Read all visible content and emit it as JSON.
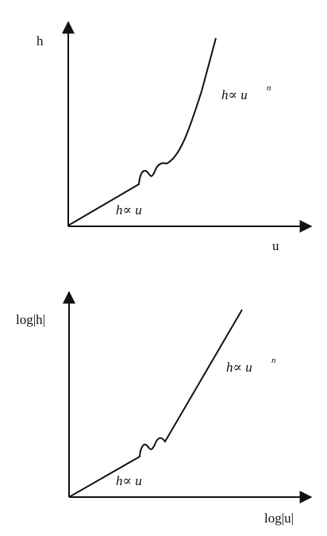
{
  "colors": {
    "ink": "#111111",
    "background": "#ffffff"
  },
  "top_plot": {
    "y_axis_label": "h",
    "x_axis_label": "u",
    "linear_annotation": "h∝ u",
    "power_annotation_base": "h∝ u",
    "power_annotation_exponent": "n"
  },
  "bottom_plot": {
    "y_axis_label": "log|h|",
    "x_axis_label": "log|u|",
    "linear_annotation": "h∝ u",
    "power_annotation_base": "h∝ u",
    "power_annotation_exponent": "n"
  }
}
